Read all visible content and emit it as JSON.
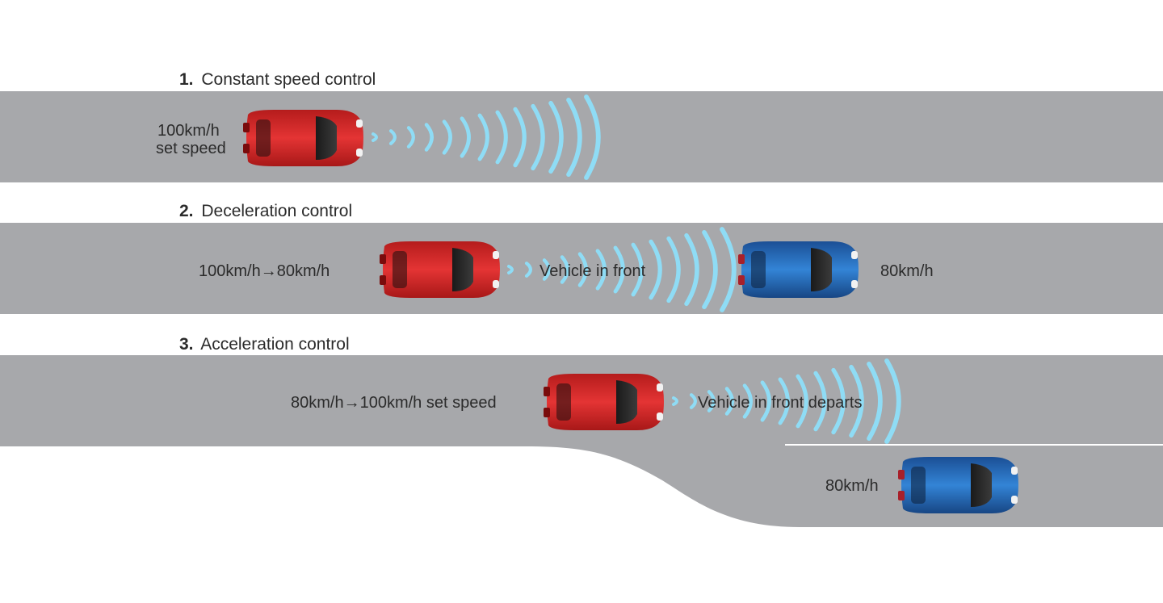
{
  "colors": {
    "road": "#a7a8ab",
    "wave": "#8fdcf5",
    "own_car": "#d62b2b",
    "front_car": "#2a6fc0"
  },
  "scenarios": [
    {
      "number": "1.",
      "title": "Constant speed control",
      "speed_line1": "100km/h",
      "speed_line2": "set speed",
      "own_car_icon": "red-car-icon",
      "radar_icon": "radar-wave-icon"
    },
    {
      "number": "2.",
      "title": "Deceleration control",
      "speed_from": "100km/h",
      "arrow": "→",
      "speed_to": "80km/h",
      "radar_label": "Vehicle in front",
      "front_car_speed": "80km/h",
      "own_car_icon": "red-car-icon",
      "front_car_icon": "blue-car-icon"
    },
    {
      "number": "3.",
      "title": "Acceleration control",
      "speed_from": "80km/h",
      "arrow": "→",
      "speed_to": "100km/h set speed",
      "radar_label": "Vehicle in front departs",
      "front_car_speed": "80km/h",
      "own_car_icon": "red-car-icon",
      "front_car_icon": "blue-car-icon"
    }
  ]
}
